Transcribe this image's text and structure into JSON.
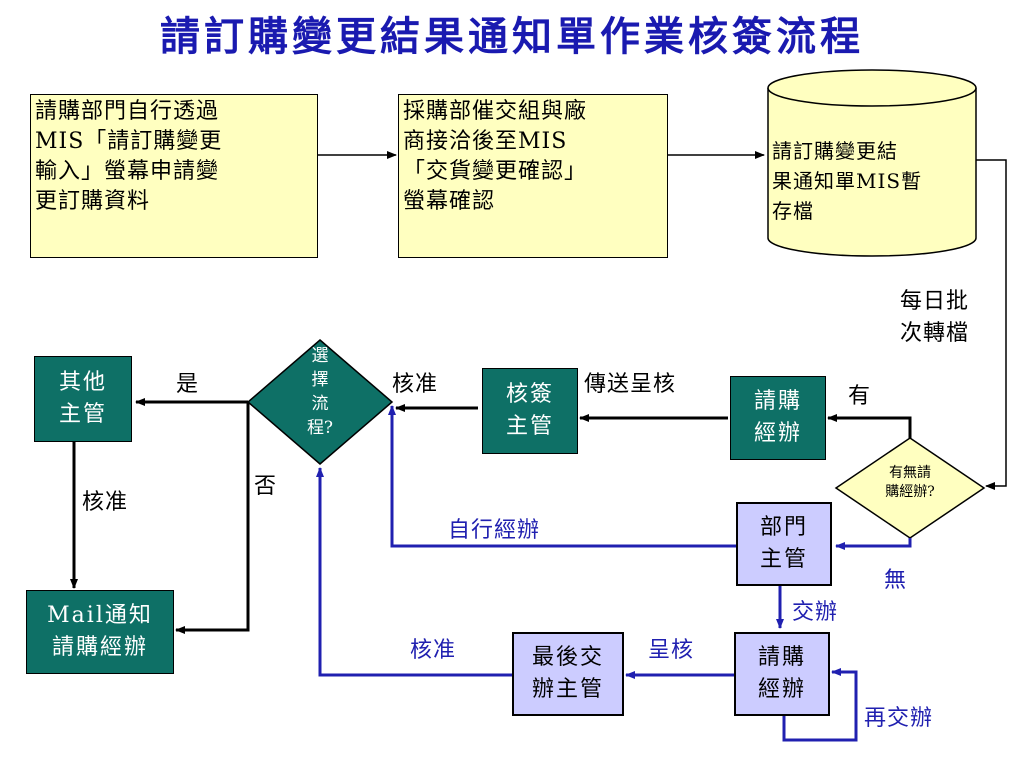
{
  "title": "請訂購變更結果通知單作業核簽流程",
  "nodes": {
    "step1": "請購部門自行透過\nMIS「請訂購變更\n輸入」螢幕申請變\n更訂購資料",
    "step2": "採購部催交組與廠\n商接洽後至MIS\n「交貨變更確認」\n螢幕確認",
    "temp_file": "請訂購變更結\n果通知單MIS暫\n存檔",
    "other_manager": "其他\n主管",
    "choose_flow": "選\n擇\n流\n程?",
    "approver_manager": "核簽\n主管",
    "requester_handler": "請購\n經辦",
    "has_requester": "有無請\n購經辦?",
    "mail_notify": "Mail通知\n請購經辦",
    "dept_manager": "部門\n主管",
    "final_manager": "最後交\n辦主管",
    "requester_handler_2": "請購\n經辦"
  },
  "edge_labels": {
    "daily_batch": "每日批\n次轉檔",
    "yes": "是",
    "approve_1": "核准",
    "send_review": "傳送呈核",
    "has": "有",
    "no": "否",
    "approve_2": "核准",
    "self_handle": "自行經辦",
    "none": "無",
    "assign": "交辦",
    "approve_3": "核准",
    "submit_review": "呈核",
    "reassign": "再交辦"
  },
  "colors": {
    "title": "#1a1ab0",
    "yellow_fill": "#ffffc0",
    "teal_fill": "#0e7066",
    "lavender_fill": "#ccccff",
    "blue_line": "#2020b0",
    "black_line": "#000000"
  }
}
